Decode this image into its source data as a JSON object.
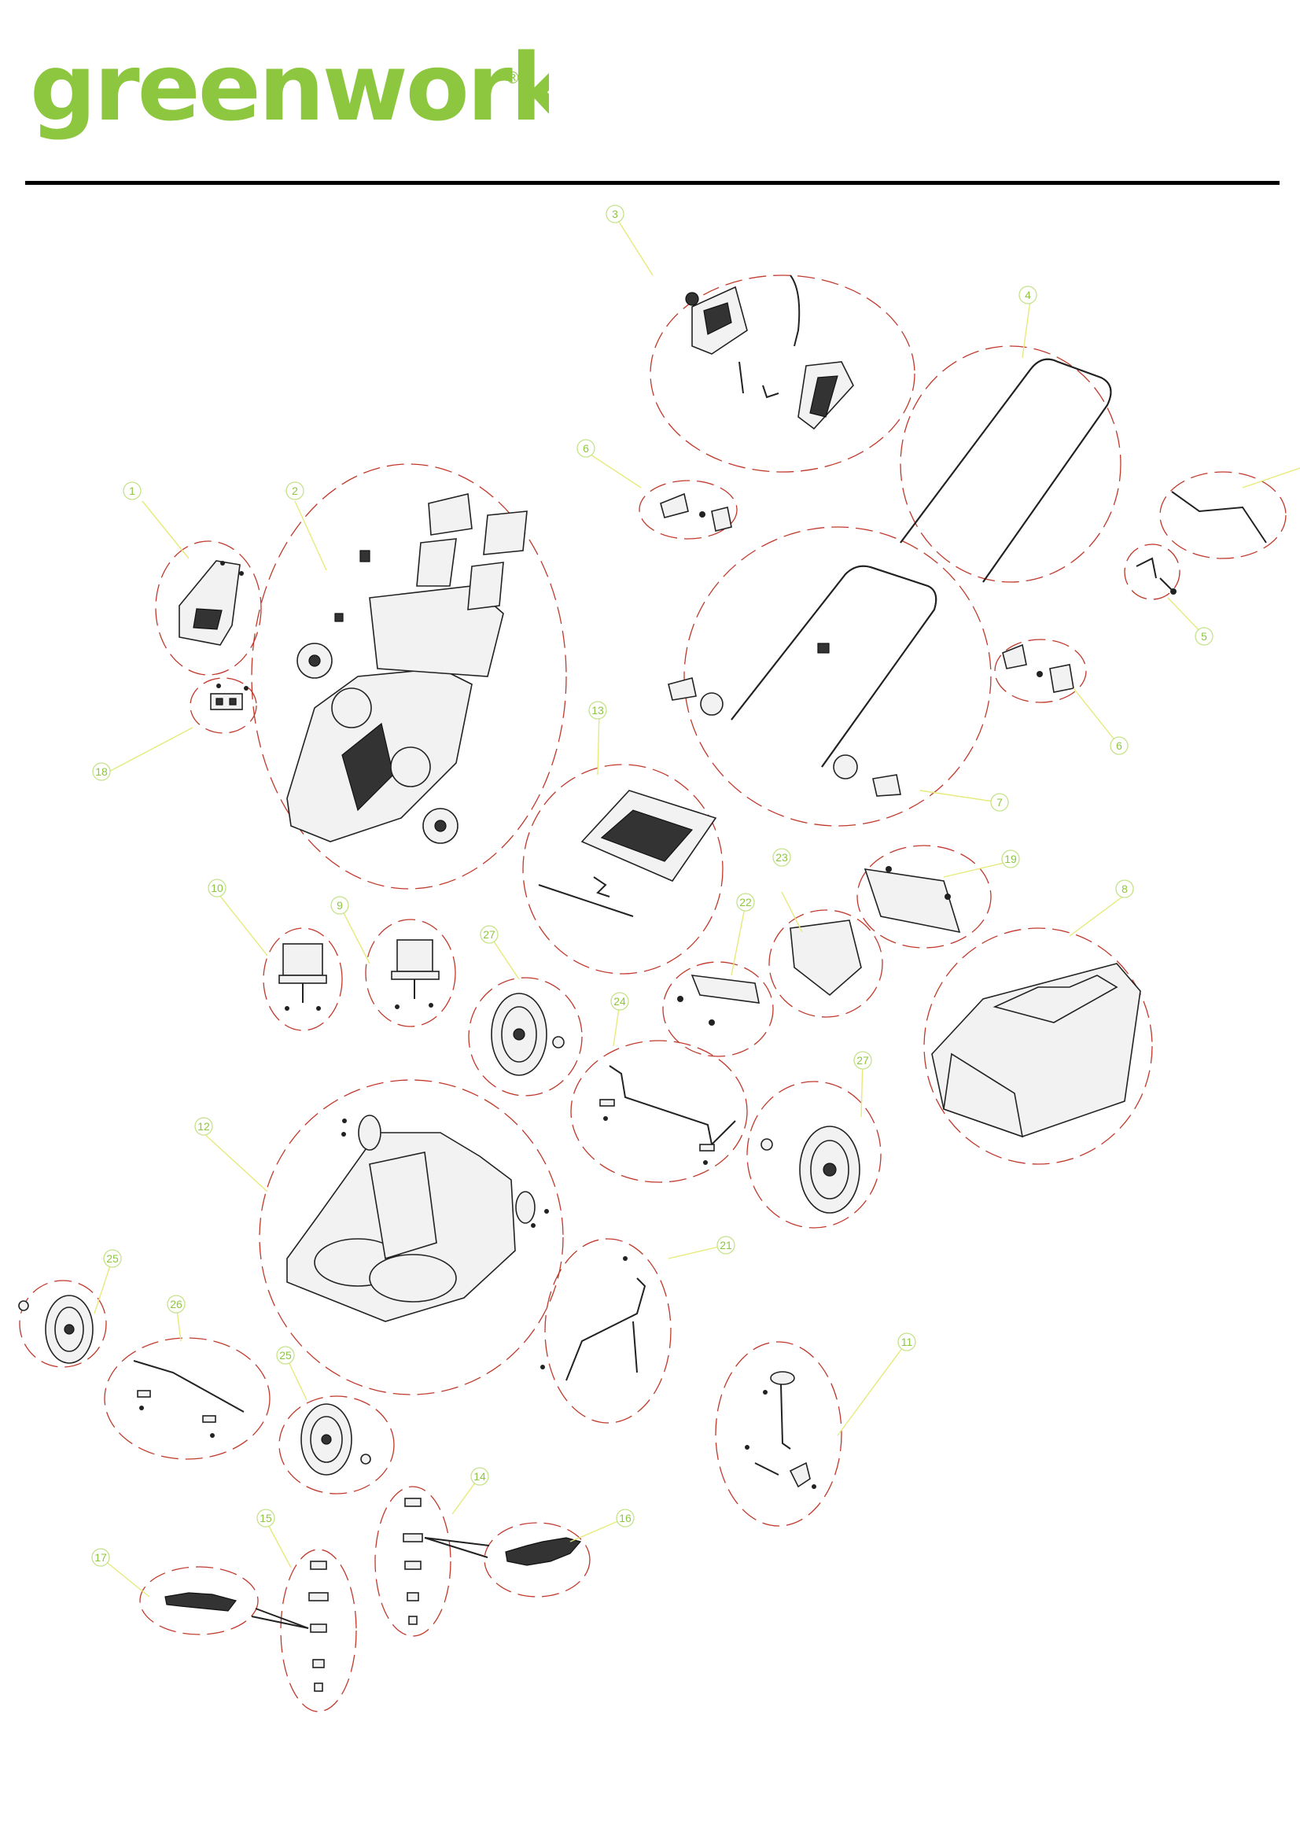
{
  "brand": {
    "name": "greenworks",
    "registered_mark": "®",
    "color": "#8dc63f"
  },
  "diagram": {
    "callout_color": "#8dc63f",
    "group_outline_color": "#c0392b",
    "callouts": [
      {
        "label": "1"
      },
      {
        "label": "2"
      },
      {
        "label": "3"
      },
      {
        "label": "4"
      },
      {
        "label": "5"
      },
      {
        "label": "6"
      },
      {
        "label": "6"
      },
      {
        "label": "7"
      },
      {
        "label": "8"
      },
      {
        "label": "9"
      },
      {
        "label": "10"
      },
      {
        "label": "11"
      },
      {
        "label": "12"
      },
      {
        "label": "13"
      },
      {
        "label": "14"
      },
      {
        "label": "15"
      },
      {
        "label": "16"
      },
      {
        "label": "17"
      },
      {
        "label": "18"
      },
      {
        "label": "19"
      },
      {
        "label": "21"
      },
      {
        "label": "22"
      },
      {
        "label": "23"
      },
      {
        "label": "24"
      },
      {
        "label": "25"
      },
      {
        "label": "25"
      },
      {
        "label": "26"
      },
      {
        "label": "27"
      },
      {
        "label": "27"
      }
    ]
  }
}
